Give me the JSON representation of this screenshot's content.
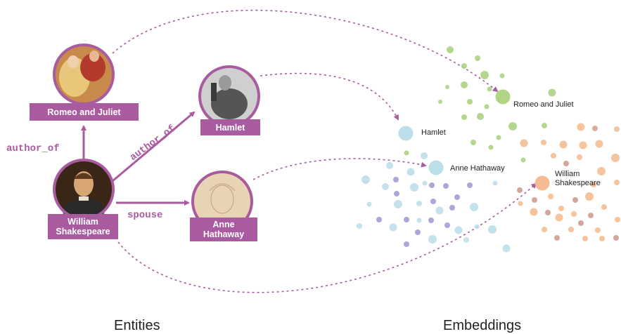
{
  "entities": {
    "romeo": "Romeo and Juliet",
    "hamlet": "Hamlet",
    "shakespeare": "William\nShakespeare",
    "anne": "Anne\nHathaway"
  },
  "relations": {
    "author_of_vertical": "author_of",
    "author_of_diagonal": "author_of",
    "spouse": "spouse"
  },
  "embedding_labels": {
    "romeo": "Romeo and Juliet",
    "hamlet": "Hamlet",
    "anne": "Anne Hathaway",
    "shakespeare": "William\nShakespeare"
  },
  "captions": {
    "left": "Entities",
    "right": "Embeddings"
  },
  "colors": {
    "accent": "#a95ba0",
    "green_cluster": "#a8cf7a",
    "blue_cluster": "#b8dde8",
    "purple_cluster": "#a79ad4",
    "orange_cluster": "#f4b88e"
  }
}
